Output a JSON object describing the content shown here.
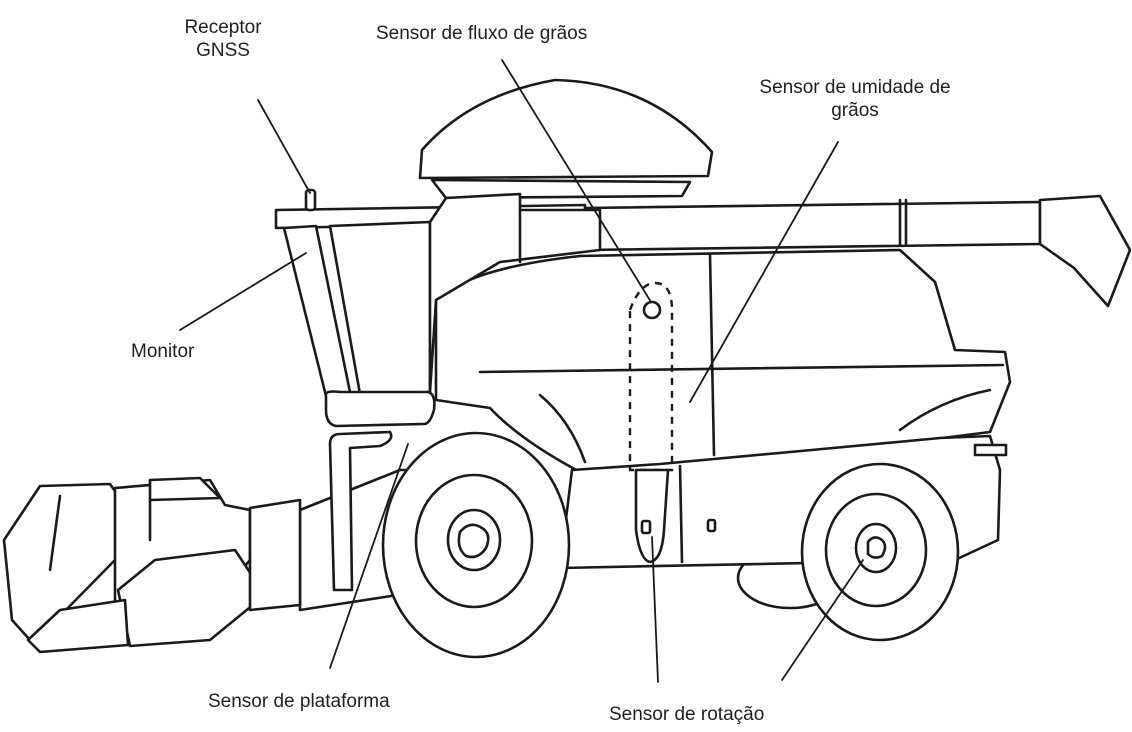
{
  "labels": {
    "receptor_gnss": [
      "Receptor",
      "GNSS"
    ],
    "sensor_fluxo": "Sensor de fluxo de grãos",
    "sensor_umidade": [
      "Sensor de umidade de",
      "grãos"
    ],
    "monitor": "Monitor",
    "sensor_plataforma": "Sensor de plataforma",
    "sensor_rotacao": "Sensor de rotação"
  },
  "colors": {
    "line": "#1a1a1a",
    "background": "#ffffff",
    "text": "#1f1f1f"
  }
}
